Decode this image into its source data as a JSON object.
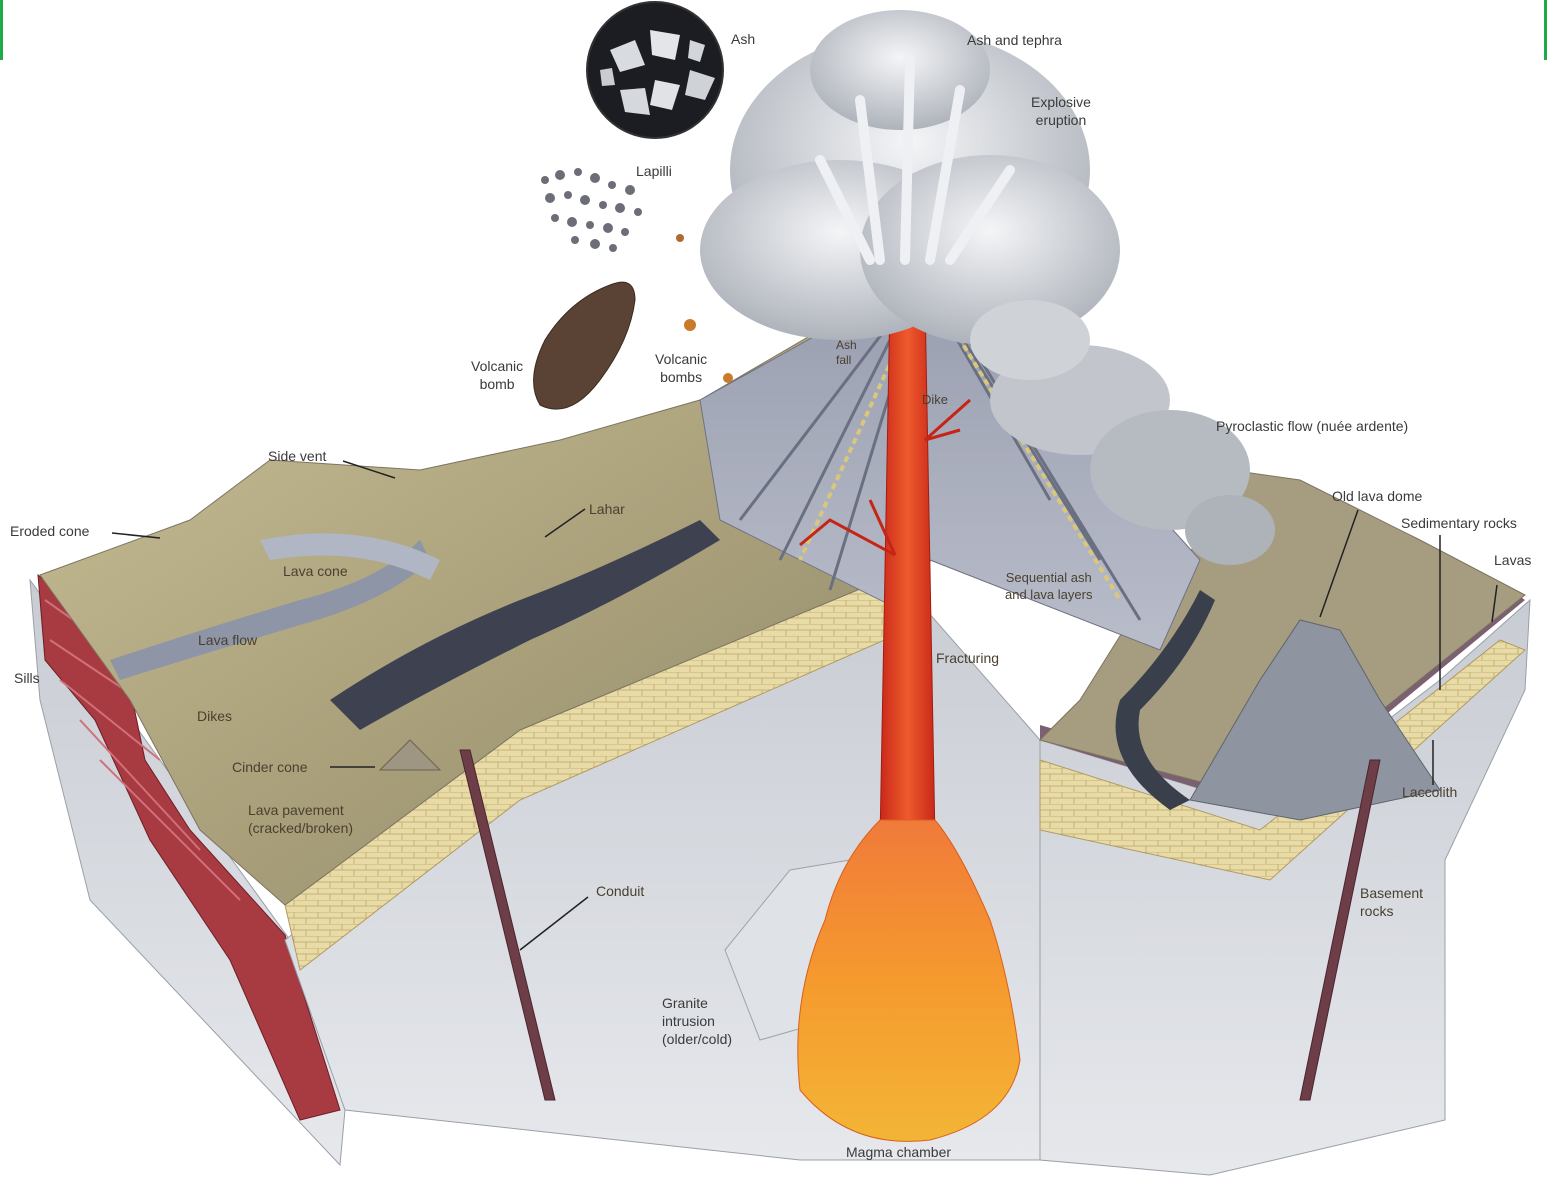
{
  "colors": {
    "frame_accent": "#1faa4a",
    "magma": "#e5431c",
    "magma_bright": "#f7a02a",
    "sediment": "#e8d9a0",
    "basement": "#d9dde2",
    "sill": "#a0303a",
    "ash_cloud": "#c9ccd2",
    "land": "#b8ac82"
  },
  "labels": {
    "ash": "Ash",
    "ash_and_tephra": "Ash and tephra",
    "explosive_eruption": "Explosive\neruption",
    "lapilli": "Lapilli",
    "volcanic_bomb": "Volcanic\nbomb",
    "volcanic_bombs": "Volcanic\nbombs",
    "ash_fall": "Ash\nfall",
    "dike": "Dike",
    "pyroclastic_flow": "Pyroclastic flow (nuée ardente)",
    "side_vent": "Side vent",
    "eroded_cone": "Eroded cone",
    "lahar": "Lahar",
    "lava_cone": "Lava cone",
    "lava_flow": "Lava flow",
    "sills": "Sills",
    "dikes": "Dikes",
    "cinder_cone": "Cinder cone",
    "lava_pavement": "Lava pavement\n(cracked/broken)",
    "sequential_layers": "Sequential ash\nand lava layers",
    "fracturing": "Fracturing",
    "old_lava_dome": "Old lava dome",
    "sedimentary_rocks": "Sedimentary rocks",
    "lavas": "Lavas",
    "laccolith": "Laccolith",
    "basement_rocks": "Basement\nrocks",
    "conduit": "Conduit",
    "granite_intrusion": "Granite\nintrusion\n(older/cold)",
    "magma_chamber": "Magma chamber"
  }
}
